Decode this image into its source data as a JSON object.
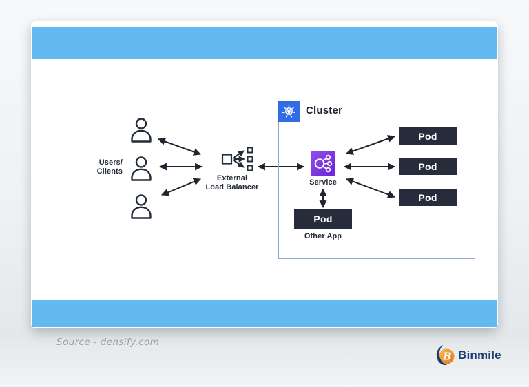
{
  "diagram": {
    "users_label": [
      "Users/",
      "Clients"
    ],
    "load_balancer_label": [
      "External",
      "Load Balancer"
    ],
    "cluster_label": "Cluster",
    "service_label": "Service",
    "pod_labels": [
      "Pod",
      "Pod",
      "Pod"
    ],
    "other_pod_label": "Pod",
    "other_app_label": "Other App"
  },
  "footer": {
    "source_text": "Source - densify.com",
    "brand_name": "Binmile",
    "brand_initial": "B"
  },
  "icons": {
    "user": "user-icon",
    "load_balancer": "load-balancer-icon",
    "kubernetes": "kubernetes-helm-icon",
    "service": "service-network-icon",
    "brand": "binmile-logo-icon"
  },
  "colors": {
    "band_blue": "#63baf1",
    "kubernetes_blue": "#326ce5",
    "service_purple_start": "#9050e9",
    "service_purple_end": "#6d23d4",
    "pod_dark": "#262c3b",
    "cluster_border": "#8ea6d8",
    "arrow_dark": "#1f242e",
    "source_gray": "#9aa0a3",
    "brand_navy": "#1e3b72"
  }
}
